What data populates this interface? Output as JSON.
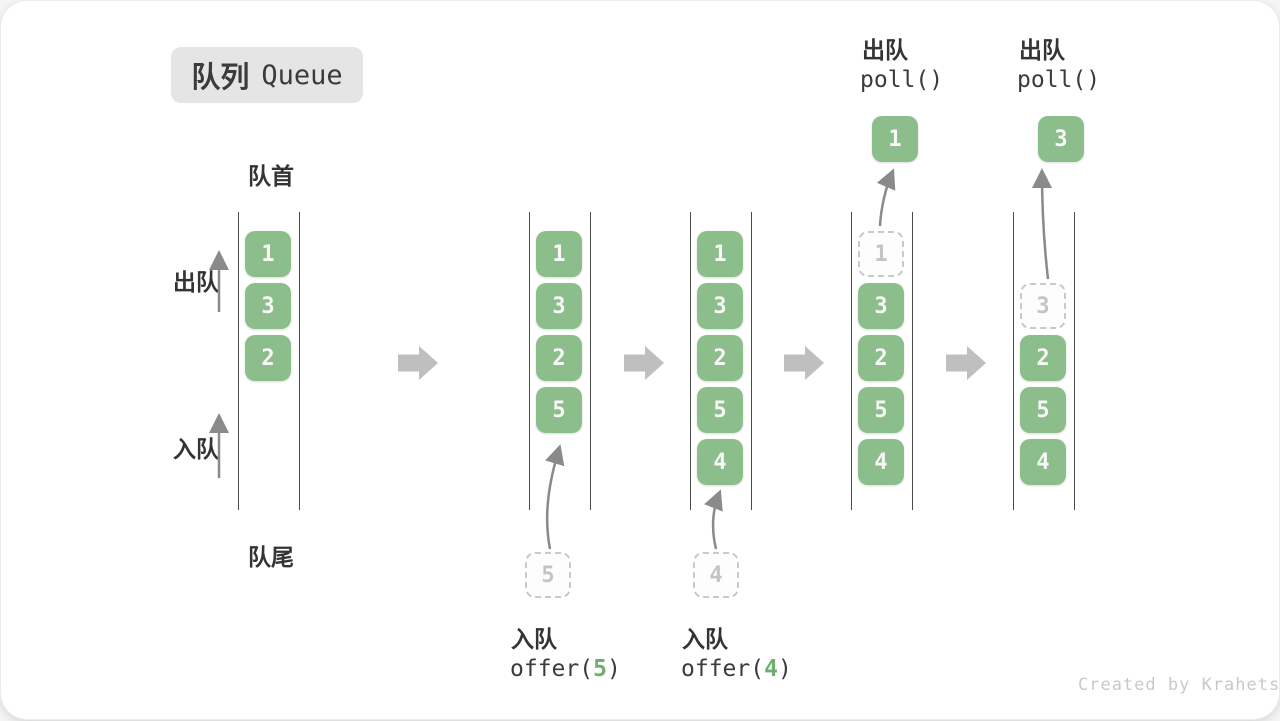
{
  "title": {
    "zh": "队列",
    "en": "Queue"
  },
  "queue_labels": {
    "front": "队首",
    "rear": "队尾",
    "dequeue_side": "出队",
    "enqueue_side": "入队"
  },
  "steps": {
    "s1": {
      "boxes": [
        "1",
        "3",
        "2"
      ]
    },
    "s2": {
      "boxes": [
        "1",
        "3",
        "2",
        "5"
      ]
    },
    "s3": {
      "boxes": [
        "1",
        "3",
        "2",
        "5",
        "4"
      ]
    },
    "s4": {
      "dashed": "1",
      "boxes": [
        "3",
        "2",
        "5",
        "4"
      ]
    },
    "s5": {
      "dashed": "3",
      "boxes": [
        "2",
        "5",
        "4"
      ]
    }
  },
  "operations": {
    "poll1": {
      "action": "出队",
      "code": "poll()",
      "value": "1"
    },
    "poll2": {
      "action": "出队",
      "code": "poll()",
      "value": "3"
    },
    "offer1": {
      "action": "入队",
      "code_open": "offer(",
      "arg": "5",
      "code_close": ")",
      "pending": "5"
    },
    "offer2": {
      "action": "入队",
      "code_open": "offer(",
      "arg": "4",
      "code_close": ")",
      "pending": "4"
    }
  },
  "credit": "Created by Krahets",
  "colors": {
    "box_green": "#8cbe8c",
    "badge_gray": "#e5e5e5",
    "block_arrow_gray": "#bfbfbf",
    "flow_arrow_gray": "#8a8a8a",
    "dashed_border": "#c9c9c9",
    "text_dark": "#3b3b3b",
    "code_arg_green": "#6fae6f",
    "credit_gray": "#c9c9c9"
  }
}
